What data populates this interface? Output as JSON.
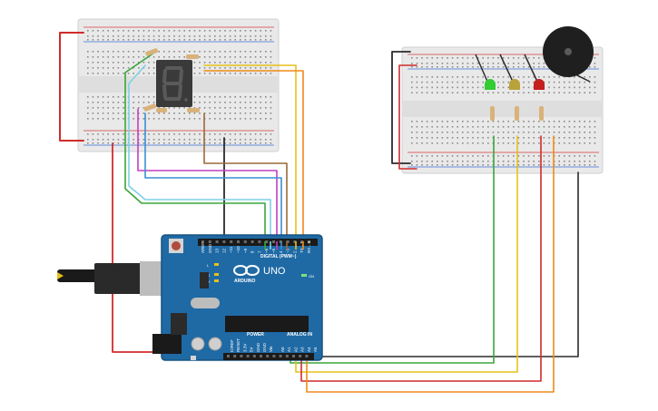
{
  "colors": {
    "board": "#1f6aa5",
    "board_dark": "#17527f",
    "breadboard": "#e9e9e9",
    "rail_red": "#d63a3a",
    "rail_blue": "#3a6fd6",
    "wire_red": "#d12b2b",
    "wire_black": "#2b2b2b",
    "wire_green": "#3aa63a",
    "wire_yellow": "#e6c21a",
    "wire_orange": "#ef8a1a",
    "wire_magenta": "#c23fc2",
    "wire_blue": "#3a8fd6",
    "wire_lightblue": "#7fd0e6",
    "wire_brown": "#9b6a3a",
    "led_green": "#33cc33",
    "led_yellow": "#b8a23a",
    "led_red": "#c41e1e",
    "segment_display": "#3a3a3a"
  },
  "arduino": {
    "brand_label": "ARDUINO",
    "model_label": "UNO",
    "digital_label": "DIGITAL (PWM~)",
    "power_label": "POWER",
    "analog_label": "ANALOG IN",
    "on_label": "ON",
    "tx_label": "TX",
    "rx_label": "RX",
    "l_label": "L",
    "top_pin_labels": [
      "AREF",
      "GND",
      "13",
      "12",
      "~11",
      "~10",
      "~9",
      "8",
      "7",
      "~6",
      "~5",
      "4",
      "~3",
      "2",
      "TX→1",
      "RX←0"
    ],
    "power_pin_labels": [
      "IOREF",
      "RESET",
      "3.3V",
      "5V",
      "GND",
      "GND",
      "Vin"
    ],
    "analog_pin_labels": [
      "A0",
      "A1",
      "A2",
      "A3",
      "A4",
      "A5"
    ]
  },
  "seven_segment": {
    "digit": "8"
  },
  "leds": [
    "green",
    "yellow",
    "red"
  ],
  "icons": [
    "usb-cable-icon",
    "power-jack-icon",
    "reset-button-icon",
    "buzzer-icon",
    "resistor-icon",
    "capacitor-icon"
  ]
}
